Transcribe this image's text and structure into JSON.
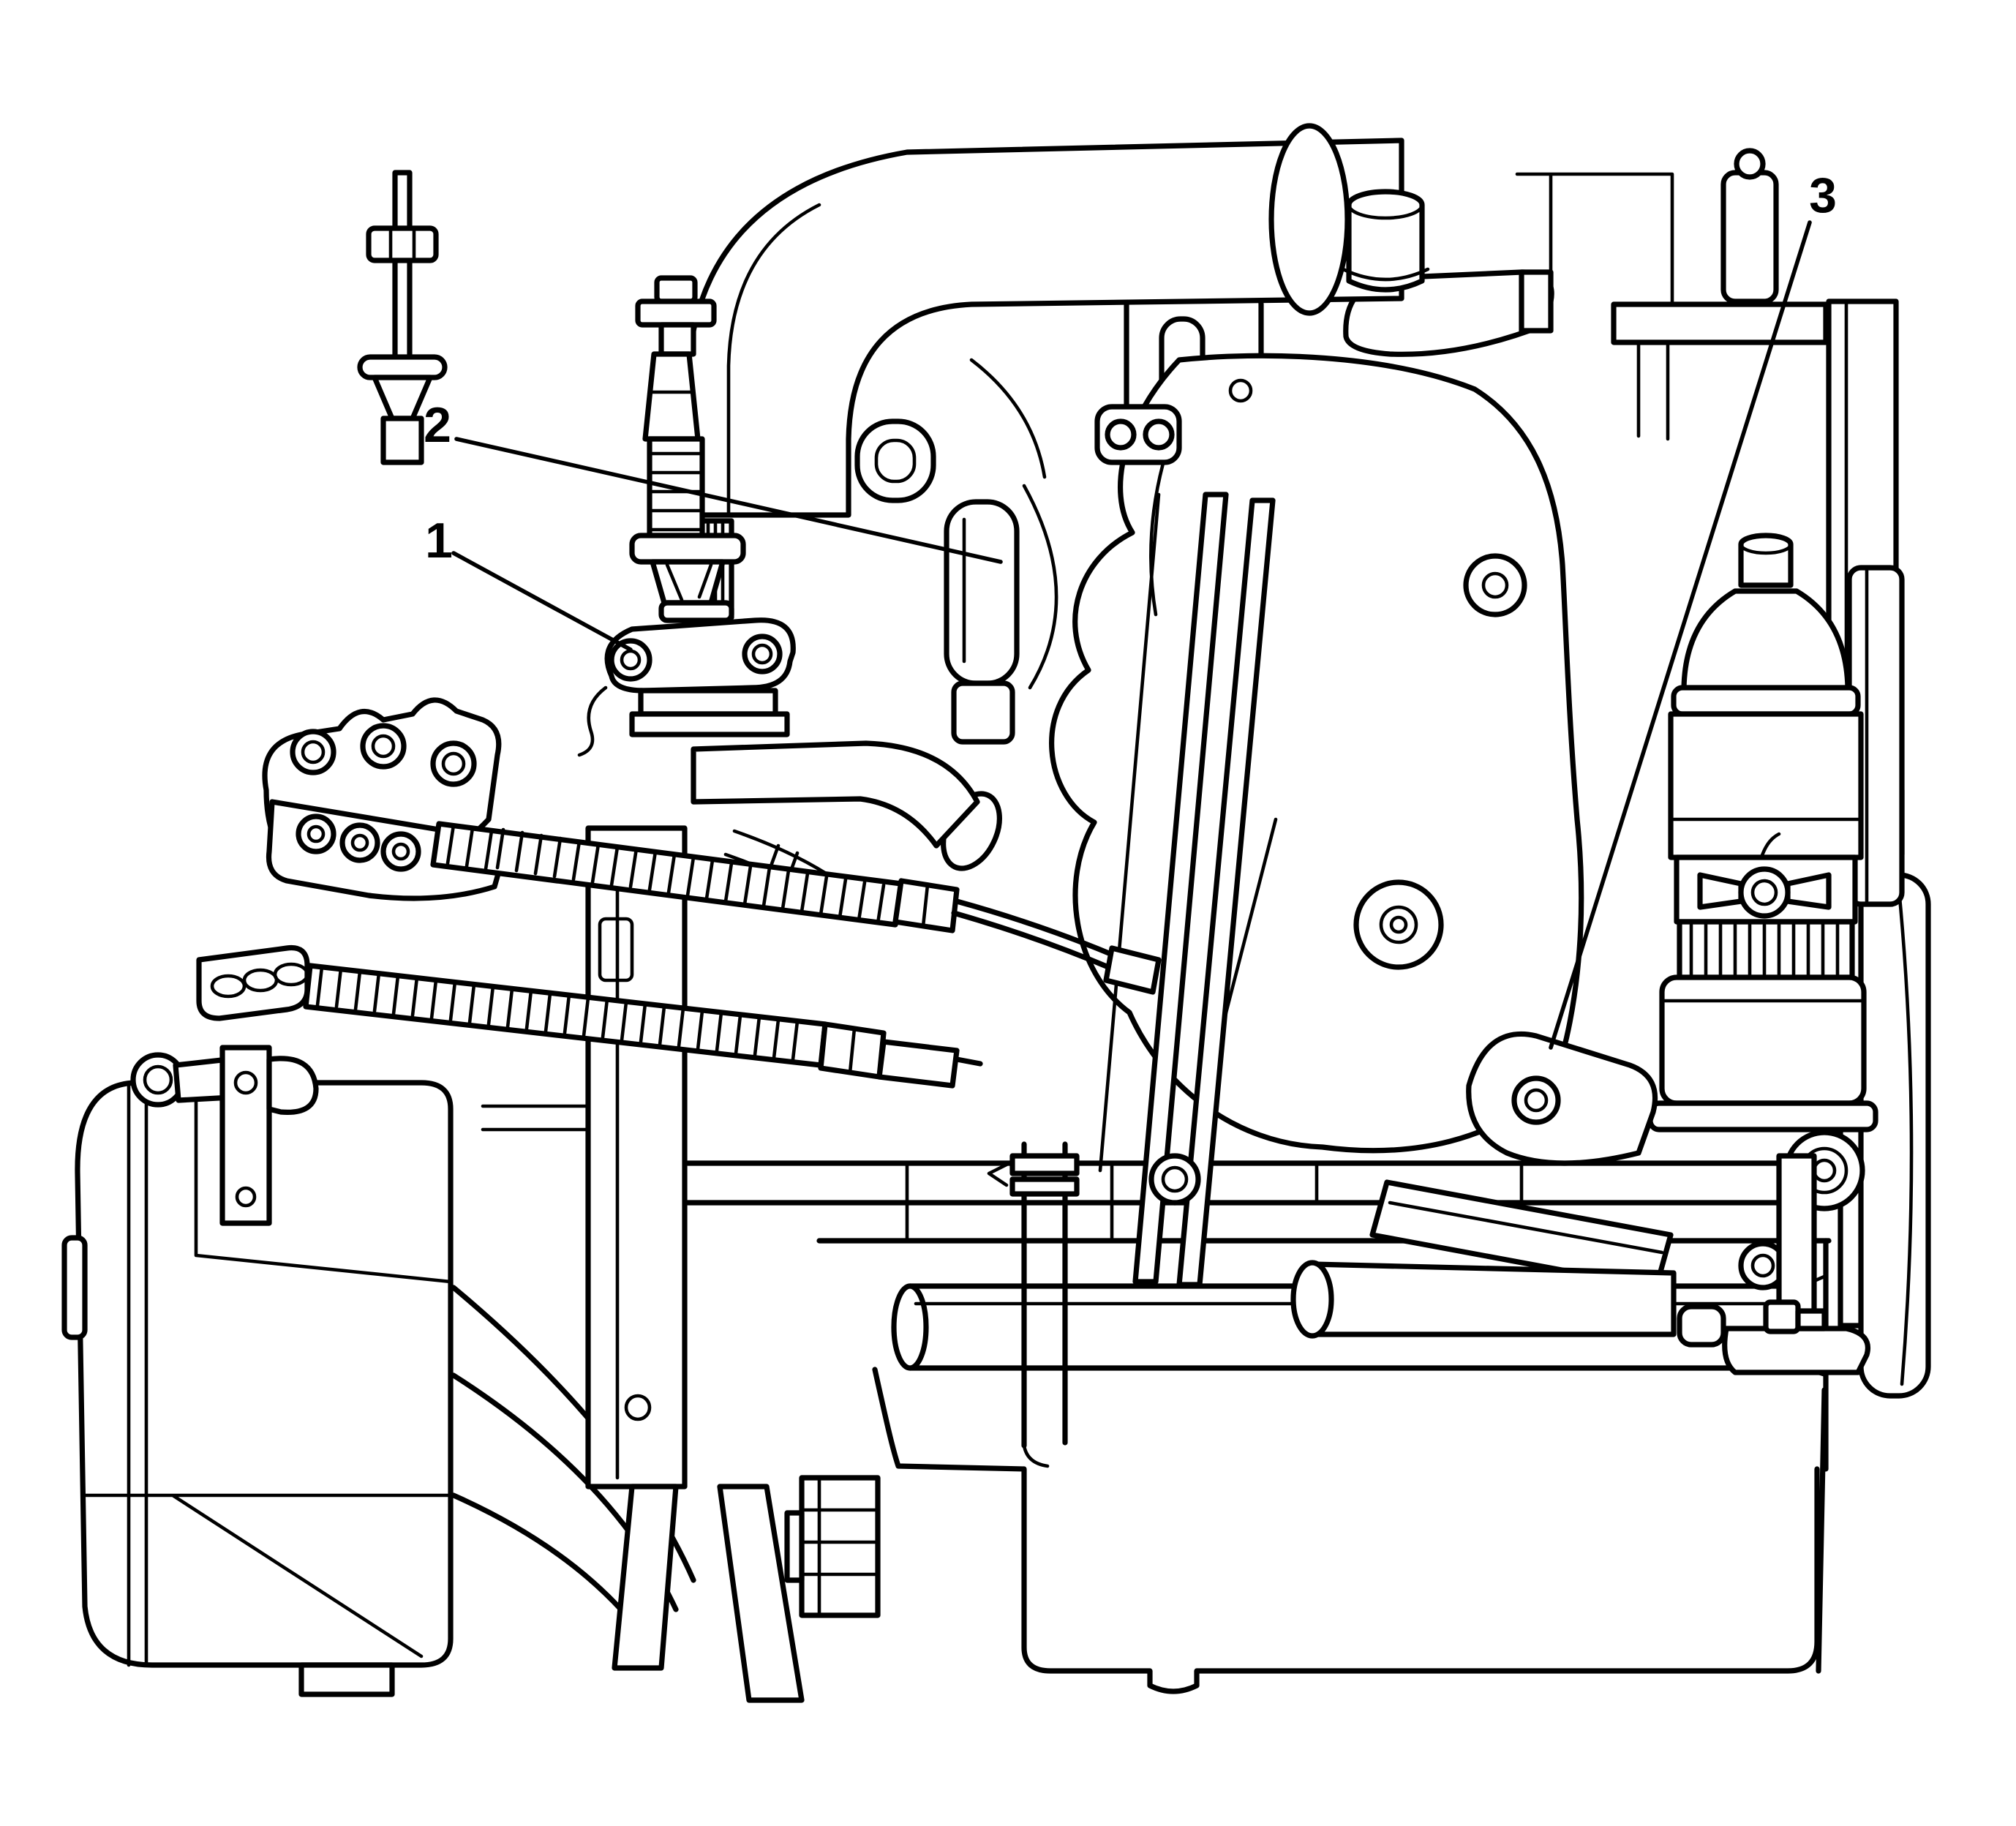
{
  "figure": {
    "kind": "engine-assembly-line-illustration",
    "background_color": "#ffffff",
    "line_color": "#000000",
    "callouts": [
      {
        "label": "1"
      },
      {
        "label": "2"
      },
      {
        "label": "3"
      }
    ]
  }
}
